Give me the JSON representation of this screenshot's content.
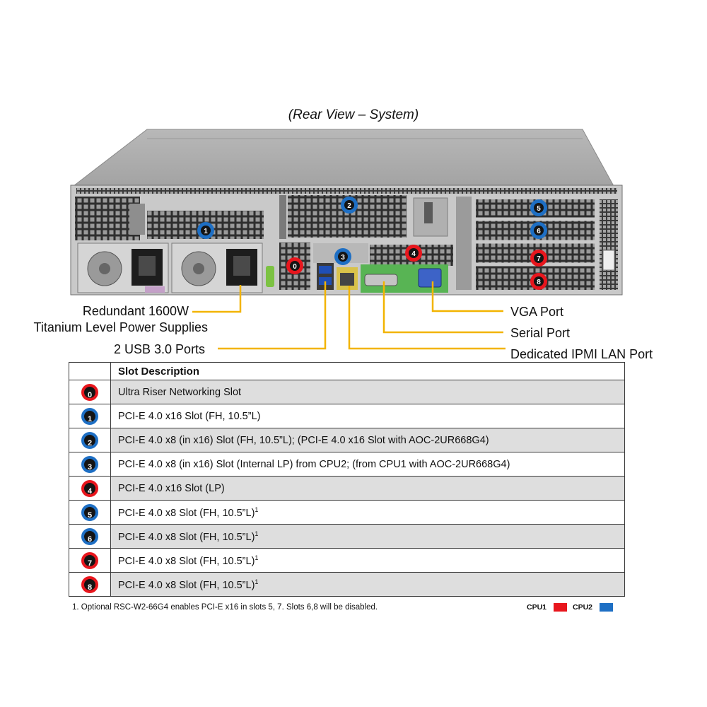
{
  "caption": "(Rear View – System)",
  "colors": {
    "cpu1": "#e8161d",
    "cpu2": "#1e6fc4",
    "callout_line": "#f2b400"
  },
  "callouts": {
    "power_line1": "Redundant 1600W",
    "power_line2": "Titanium Level Power Supplies",
    "usb": "2 USB 3.0 Ports",
    "vga": "VGA Port",
    "serial": "Serial Port",
    "ipmi": "Dedicated IPMI LAN Port"
  },
  "chassis_markers": [
    {
      "num": "0",
      "cpu": "cpu1"
    },
    {
      "num": "1",
      "cpu": "cpu2"
    },
    {
      "num": "2",
      "cpu": "cpu2"
    },
    {
      "num": "3",
      "cpu": "cpu2"
    },
    {
      "num": "4",
      "cpu": "cpu1"
    },
    {
      "num": "5",
      "cpu": "cpu2"
    },
    {
      "num": "6",
      "cpu": "cpu2"
    },
    {
      "num": "7",
      "cpu": "cpu1"
    },
    {
      "num": "8",
      "cpu": "cpu1"
    }
  ],
  "table": {
    "header": "Slot Description",
    "rows": [
      {
        "num": "0",
        "cpu": "cpu1",
        "desc": "Ultra Riser Networking Slot"
      },
      {
        "num": "1",
        "cpu": "cpu2",
        "desc": "PCI-E 4.0 x16 Slot (FH, 10.5”L)"
      },
      {
        "num": "2",
        "cpu": "cpu2",
        "desc": "PCI-E 4.0 x8 (in x16) Slot (FH, 10.5”L); (PCI-E 4.0 x16 Slot with AOC-2UR668G4)"
      },
      {
        "num": "3",
        "cpu": "cpu2",
        "desc": "PCI-E 4.0 x8 (in x16) Slot (Internal LP) from CPU2; (from CPU1 with AOC-2UR668G4)"
      },
      {
        "num": "4",
        "cpu": "cpu1",
        "desc": "PCI-E 4.0 x16 Slot (LP)"
      },
      {
        "num": "5",
        "cpu": "cpu2",
        "desc": "PCI-E 4.0 x8 Slot (FH, 10.5”L)",
        "sup": "1"
      },
      {
        "num": "6",
        "cpu": "cpu2",
        "desc": "PCI-E 4.0 x8 Slot (FH, 10.5”L)",
        "sup": "1"
      },
      {
        "num": "7",
        "cpu": "cpu1",
        "desc": "PCI-E 4.0 x8 Slot (FH, 10.5”L)",
        "sup": "1"
      },
      {
        "num": "8",
        "cpu": "cpu1",
        "desc": "PCI-E 4.0 x8 Slot (FH, 10.5”L)",
        "sup": "1"
      }
    ]
  },
  "footnote": "1. Optional RSC-W2-66G4 enables PCI-E x16 in slots 5, 7.  Slots 6,8 will be disabled.",
  "legend": {
    "cpu1_label": "CPU1",
    "cpu2_label": "CPU2"
  }
}
